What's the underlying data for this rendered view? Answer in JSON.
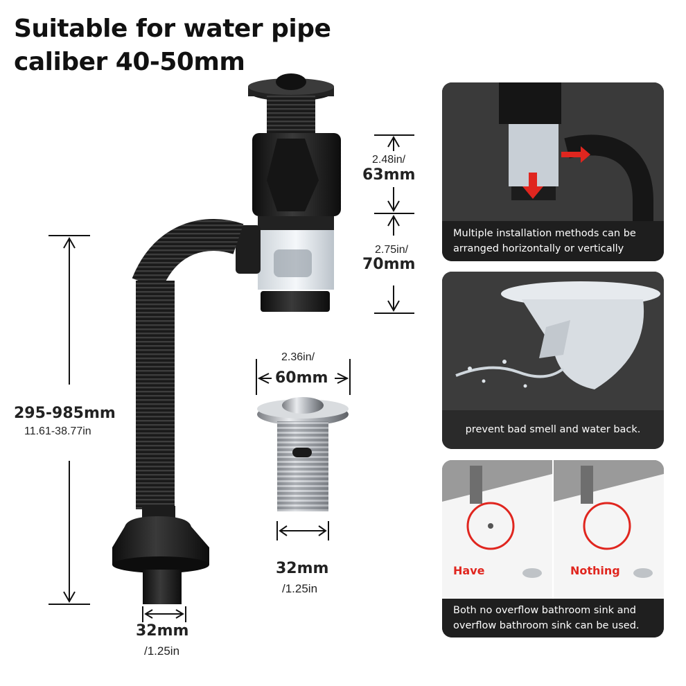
{
  "title_line1": "Suitable for water pipe",
  "title_line2": "caliber 40-50mm",
  "dimensions": {
    "upper_in": "2.48in/",
    "upper_mm": "63mm",
    "lower_in": "2.75in/",
    "lower_mm": "70mm",
    "length_mm": "295-985mm",
    "length_in": "11.61-38.77in",
    "drain_width_in": "2.36in/",
    "drain_width_mm": "60mm",
    "drain_body_mm": "32mm",
    "drain_body_in": "/1.25in",
    "pipe_outlet_mm": "32mm",
    "pipe_outlet_in": "/1.25in"
  },
  "panels": {
    "p1_caption": "Multiple installation methods can be arranged horizontally or vertically",
    "p2_caption": "prevent bad smell and water back.",
    "p3_label_left": "Have",
    "p3_label_right": "Nothing",
    "p3_caption": "Both no overflow bathroom sink and overflow bathroom sink can be used."
  },
  "colors": {
    "panel_bg": "#2b2b2b",
    "accent_red": "#e0261f",
    "pipe_black": "#1c1c1c"
  }
}
